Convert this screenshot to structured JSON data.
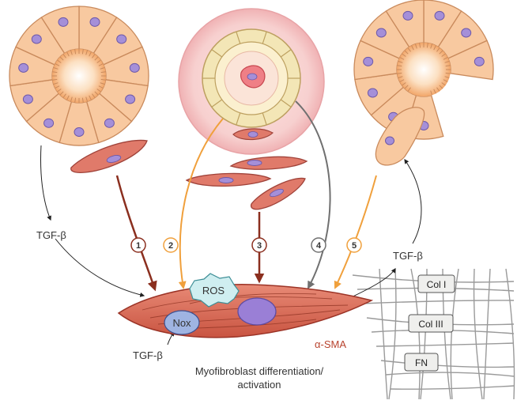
{
  "labels": {
    "tgf_left": "TGF-β",
    "tgf_right": "TGF-β",
    "tgf_bottom": "TGF-β",
    "ros": "ROS",
    "nox": "Nox",
    "alpha_sma": "α-SMA",
    "caption_line1": "Myofibroblast differentiation/",
    "caption_line2": "activation"
  },
  "pathways": [
    {
      "number": "1",
      "color": "#8b2f1f"
    },
    {
      "number": "2",
      "color": "#f0a03c"
    },
    {
      "number": "3",
      "color": "#8b2f1f"
    },
    {
      "number": "4",
      "color": "#707070"
    },
    {
      "number": "5",
      "color": "#f0a03c"
    }
  ],
  "matrix_labels": [
    "Col I",
    "Col III",
    "FN"
  ],
  "colors": {
    "cell_fill": "#f8c9a0",
    "cell_stroke": "#c98a5c",
    "nucleus": "#a58fd8",
    "fibroblast": "#e07a6a",
    "myofibroblast": "#d9604d",
    "vessel_outer": "#f6c6c6",
    "ros_fill": "#cfeef0",
    "nox_fill": "#9fb4e2"
  }
}
